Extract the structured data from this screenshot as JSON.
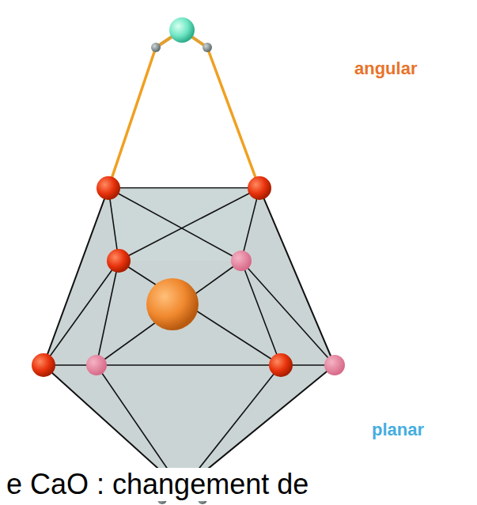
{
  "diagram": {
    "labels": [
      "angular",
      "planar",
      "e CaO : changement de"
    ]
  }
}
